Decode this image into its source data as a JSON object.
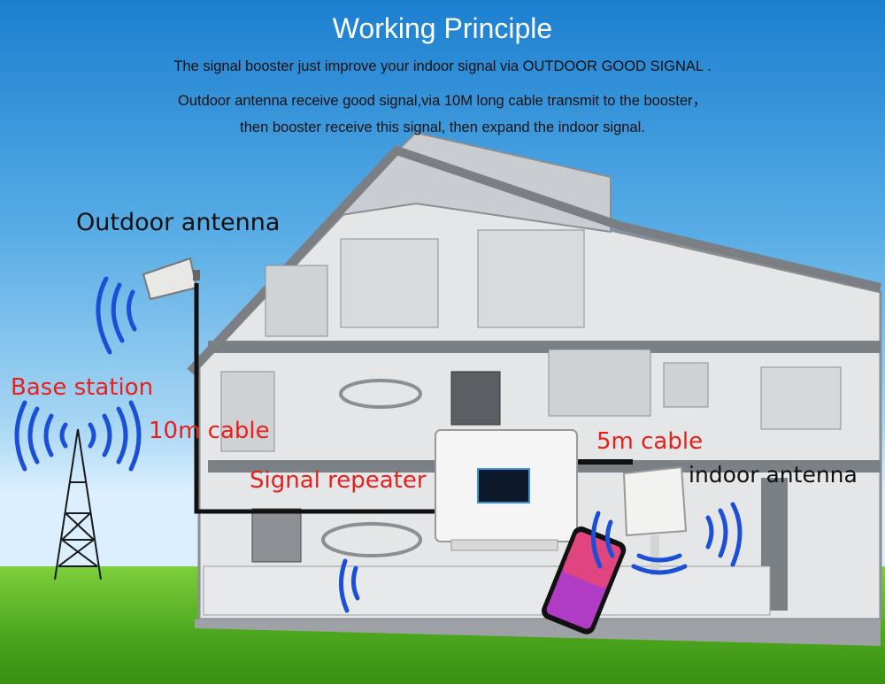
{
  "header": {
    "title": "Working  Principle",
    "line1": "The signal booster just improve your indoor signal via OUTDOOR GOOD SIGNAL .",
    "line2": "Outdoor antenna receive good signal,via 10M long cable transmit to the booster，",
    "line3": "then booster receive this signal, then expand the indoor signal."
  },
  "labels": {
    "outdoor_antenna": "Outdoor antenna",
    "base_station": "Base station",
    "cable_10m": "10m cable",
    "cable_5m": "5m cable",
    "signal_repeater": "Signal repeater",
    "indoor_antenna": "indoor antenna"
  },
  "icons": [
    "antenna-icon",
    "tower-icon",
    "signal-wave-icon",
    "booster-icon",
    "phone-icon",
    "indoor-panel-icon",
    "house-illustration"
  ],
  "colors": {
    "red_label": "#e8201b",
    "wave_blue": "#1a4fd6",
    "cable": "#111111"
  }
}
